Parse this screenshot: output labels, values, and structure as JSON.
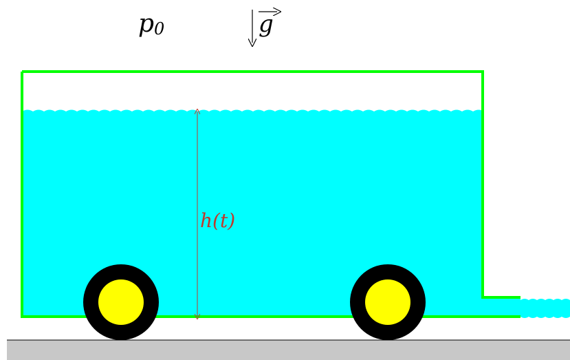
{
  "labels": {
    "pressure": "p",
    "pressure_subscript": "0",
    "gravity": "g",
    "height": "h(t)"
  },
  "colors": {
    "water": "#00ffff",
    "tank_wall": "#00ff00",
    "wheel_tire": "#000000",
    "wheel_hub": "#ffff00",
    "ground": "#c8c8c8",
    "height_marker": "#c0392b",
    "text": "#000000"
  }
}
